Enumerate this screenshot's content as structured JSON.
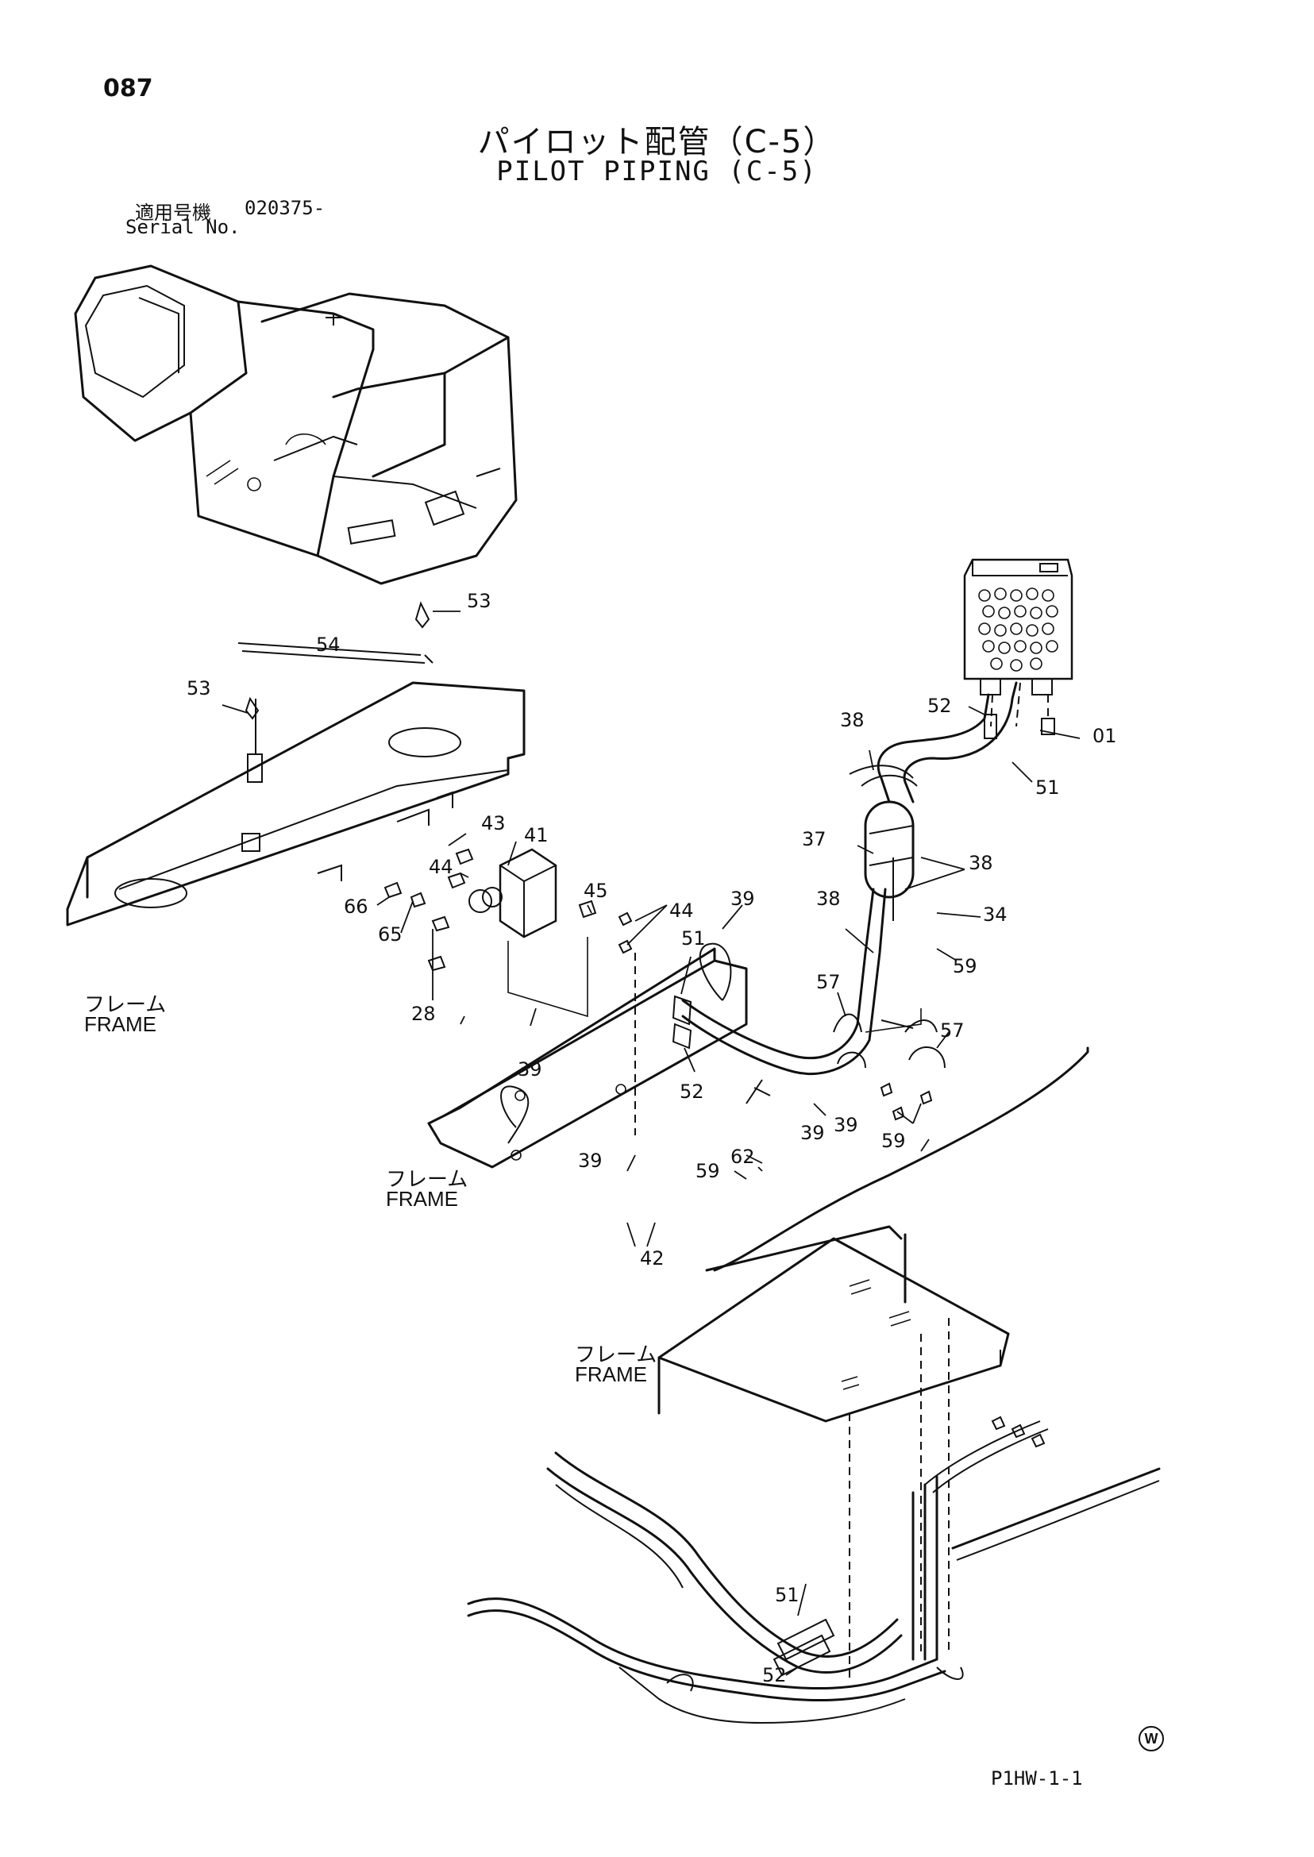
{
  "page_number": "087",
  "title_jp": "パイロット配管（C-5）",
  "title_en": "PILOT PIPING (C-5)",
  "serial": {
    "label_jp": "適用号機",
    "label_en": "Serial No.",
    "value": "020375-"
  },
  "frame_labels": [
    {
      "jp": "フレーム",
      "en": "FRAME"
    },
    {
      "jp": "フレーム",
      "en": "FRAME"
    },
    {
      "jp": "フレーム",
      "en": "FRAME"
    }
  ],
  "callouts": [
    "53",
    "54",
    "53",
    "01",
    "52",
    "51",
    "38",
    "37",
    "38",
    "34",
    "59",
    "38",
    "43",
    "41",
    "44",
    "45",
    "44",
    "66",
    "65",
    "28",
    "39",
    "51",
    "57",
    "57",
    "52",
    "39",
    "39",
    "39",
    "59",
    "62",
    "59",
    "39",
    "42",
    "51",
    "52"
  ],
  "drawing_code": "P1HW-1-1",
  "watermark": "W",
  "icons": [
    "excavator-illustration",
    "counterweight-frame-part",
    "pilot-valve-block",
    "solenoid-valve-unit",
    "hose-assembly",
    "mounting-plate-frame"
  ]
}
